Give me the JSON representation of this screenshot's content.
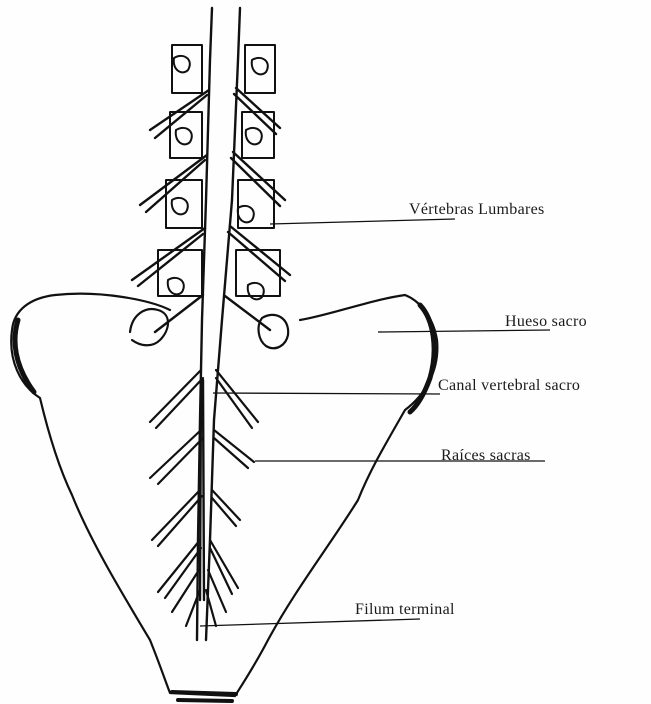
{
  "labels": {
    "vertebras_lumbares": "Vértebras Lumbares",
    "hueso_sacro": "Hueso sacro",
    "canal_vertebral_sacro": "Canal vertebral sacro",
    "raices_sacras": "Raíces sacras",
    "filum_terminal": "Filum terminal"
  },
  "colors": {
    "ink": "#111111",
    "background": "#fefefe"
  }
}
